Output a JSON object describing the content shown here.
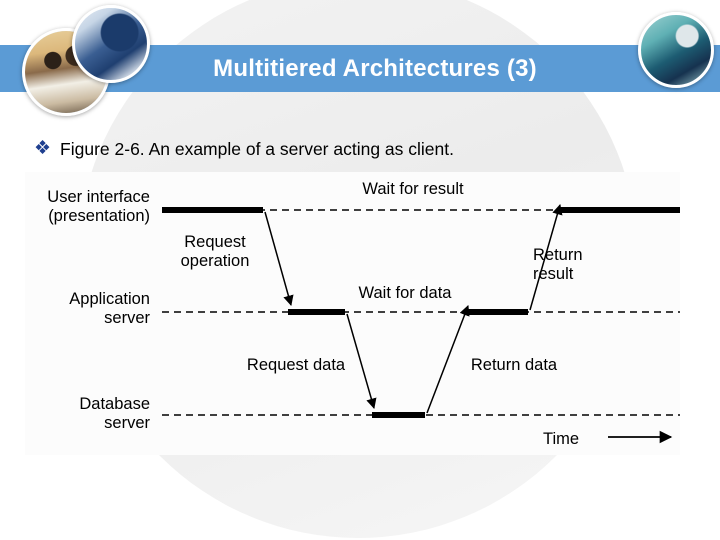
{
  "slide": {
    "banner_title": "Multitiered Architectures (3)",
    "banner_color": "#5b9bd5",
    "bullet_marker": "❖",
    "bullet_text": "Figure 2-6. An example of a server acting as client.",
    "bullet_marker_color": "#1f3f8f"
  },
  "decor": {
    "photo_left_lower": "office-photo-thumbnail",
    "photo_left_upper": "handshake-photo-thumbnail",
    "photo_right": "presenter-photo-thumbnail"
  },
  "diagram": {
    "type": "sequence-diagram",
    "lifelines": [
      {
        "id": "ui",
        "label_line1": "User interface",
        "label_line2": "(presentation)"
      },
      {
        "id": "app",
        "label_line1": "Application",
        "label_line2": "server"
      },
      {
        "id": "db",
        "label_line1": "Database",
        "label_line2": "server"
      }
    ],
    "messages": [
      {
        "id": "request-operation",
        "label_line1": "Request",
        "label_line2": "operation",
        "from": "ui",
        "to": "app"
      },
      {
        "id": "request-data",
        "label_line1": "Request data",
        "label_line2": "",
        "from": "app",
        "to": "db"
      },
      {
        "id": "return-data",
        "label_line1": "Return data",
        "label_line2": "",
        "from": "db",
        "to": "app"
      },
      {
        "id": "return-result",
        "label_line1": "Return",
        "label_line2": "result",
        "from": "app",
        "to": "ui"
      }
    ],
    "wait_states": [
      {
        "id": "wait-for-result",
        "label": "Wait for result",
        "lifeline": "ui"
      },
      {
        "id": "wait-for-data",
        "label": "Wait for data",
        "lifeline": "app"
      }
    ],
    "axis": {
      "label": "Time",
      "direction": "left-to-right"
    }
  }
}
